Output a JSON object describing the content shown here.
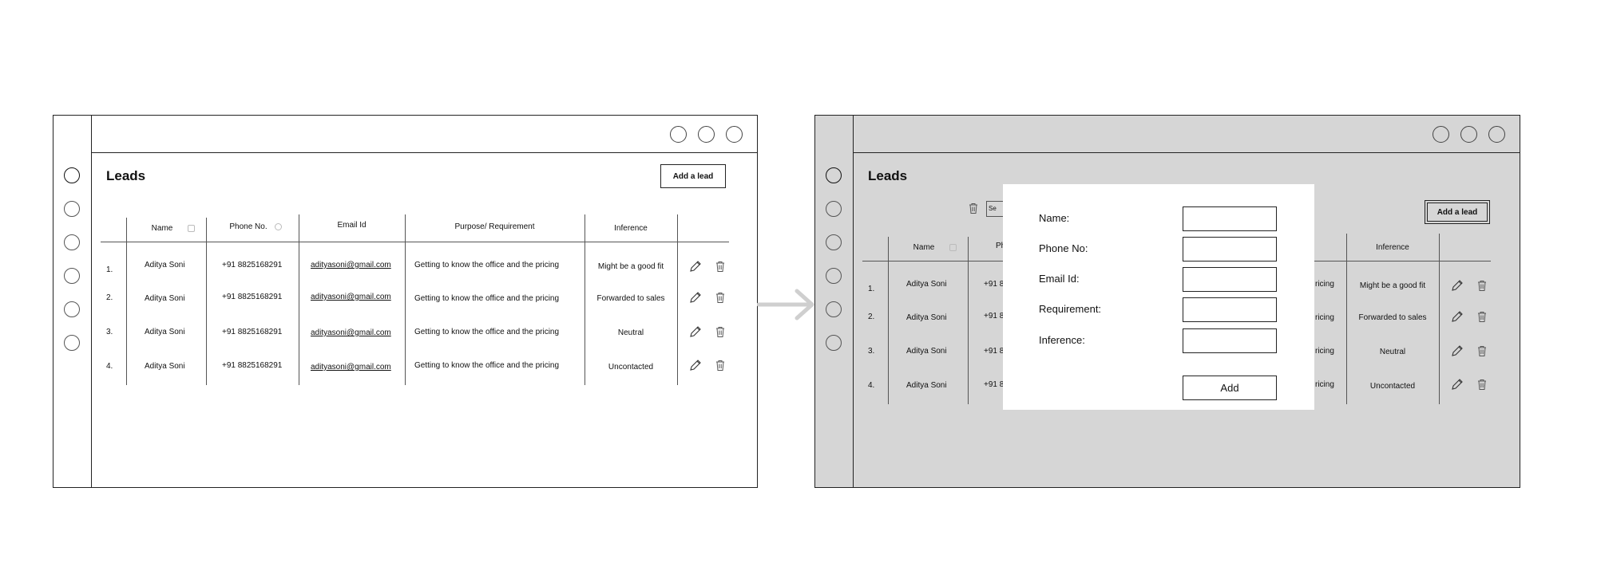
{
  "page": {
    "title": "Leads",
    "add_button": "Add a lead"
  },
  "table": {
    "headers": [
      "Name",
      "Phone No.",
      "Email Id",
      "Purpose/ Requirement",
      "Inference"
    ],
    "rows": [
      {
        "num": "1.",
        "name": "Aditya Soni",
        "phone": "+91 8825168291",
        "email": "adityasoni@gmail.com",
        "purpose": "Getting to know the office and the pricing",
        "inference": "Might be a good fit"
      },
      {
        "num": "2.",
        "name": "Aditya Soni",
        "phone": "+91 8825168291",
        "email": "adityasoni@gmail.com",
        "purpose": "Getting to know the office and the pricing",
        "inference": "Forwarded to sales"
      },
      {
        "num": "3.",
        "name": "Aditya Soni",
        "phone": "+91 8825168291",
        "email": "adityasoni@gmail.com",
        "purpose": "Getting to know the office and the pricing",
        "inference": "Neutral"
      },
      {
        "num": "4.",
        "name": "Aditya Soni",
        "phone": "+91 8825168291",
        "email": "adityasoni@gmail.com",
        "purpose": "Getting to know the office and the pricing",
        "inference": "Uncontacted"
      }
    ]
  },
  "right_table": {
    "phone_partial": "+91 8",
    "purpose_partial": "ricing",
    "phone_header_partial": "Ph",
    "selected_partial": "Se"
  },
  "modal": {
    "fields": [
      "Name:",
      "Phone No:",
      "Email Id:",
      "Requirement:",
      "Inference:"
    ],
    "submit": "Add"
  },
  "icons": [
    "pencil-icon",
    "trash-icon",
    "arrow-right-icon"
  ]
}
